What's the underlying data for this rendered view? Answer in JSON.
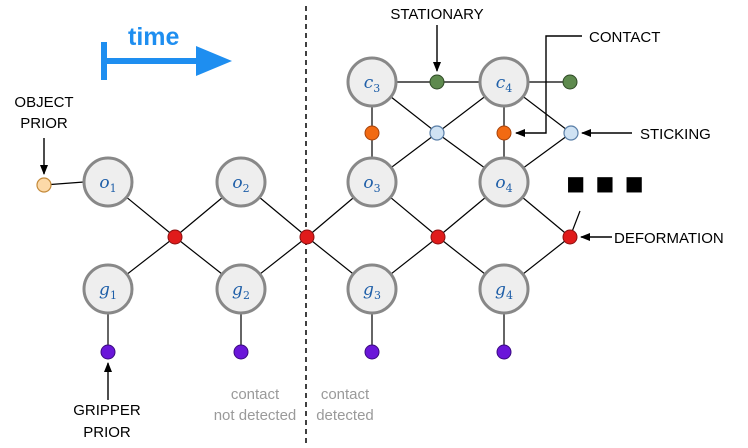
{
  "time_label": "time",
  "labels": {
    "object_prior": [
      "OBJECT",
      "PRIOR"
    ],
    "gripper_prior": [
      "GRIPPER",
      "PRIOR"
    ],
    "stationary": "STATIONARY",
    "contact": "CONTACT",
    "sticking": "STICKING",
    "deformation": "DEFORMATION",
    "contact_not_detected": [
      "contact",
      "not detected"
    ],
    "contact_detected": [
      "contact",
      "detected"
    ],
    "ellipsis": "■ ■ ■"
  },
  "nodes": {
    "o": [
      {
        "base": "o",
        "sub": "1"
      },
      {
        "base": "o",
        "sub": "2"
      },
      {
        "base": "o",
        "sub": "3"
      },
      {
        "base": "o",
        "sub": "4"
      }
    ],
    "g": [
      {
        "base": "g",
        "sub": "1"
      },
      {
        "base": "g",
        "sub": "2"
      },
      {
        "base": "g",
        "sub": "3"
      },
      {
        "base": "g",
        "sub": "4"
      }
    ],
    "c": [
      {
        "base": "c",
        "sub": "3"
      },
      {
        "base": "c",
        "sub": "4"
      }
    ]
  },
  "colors": {
    "node_fill": "#eeeeee",
    "node_stroke": "#888888",
    "node_text": "#1f5fa8",
    "deformation_factor": "#e01b1b",
    "contact_factor": "#f26a12",
    "sticking_factor": "#cfe2f3",
    "stationary_factor": "#5e8a4e",
    "gripper_prior_factor": "#6a16d9",
    "object_prior_factor": "#fcd9a8",
    "time_arrow": "#1e8ef0",
    "annotation_gray": "#9a9a9a"
  }
}
